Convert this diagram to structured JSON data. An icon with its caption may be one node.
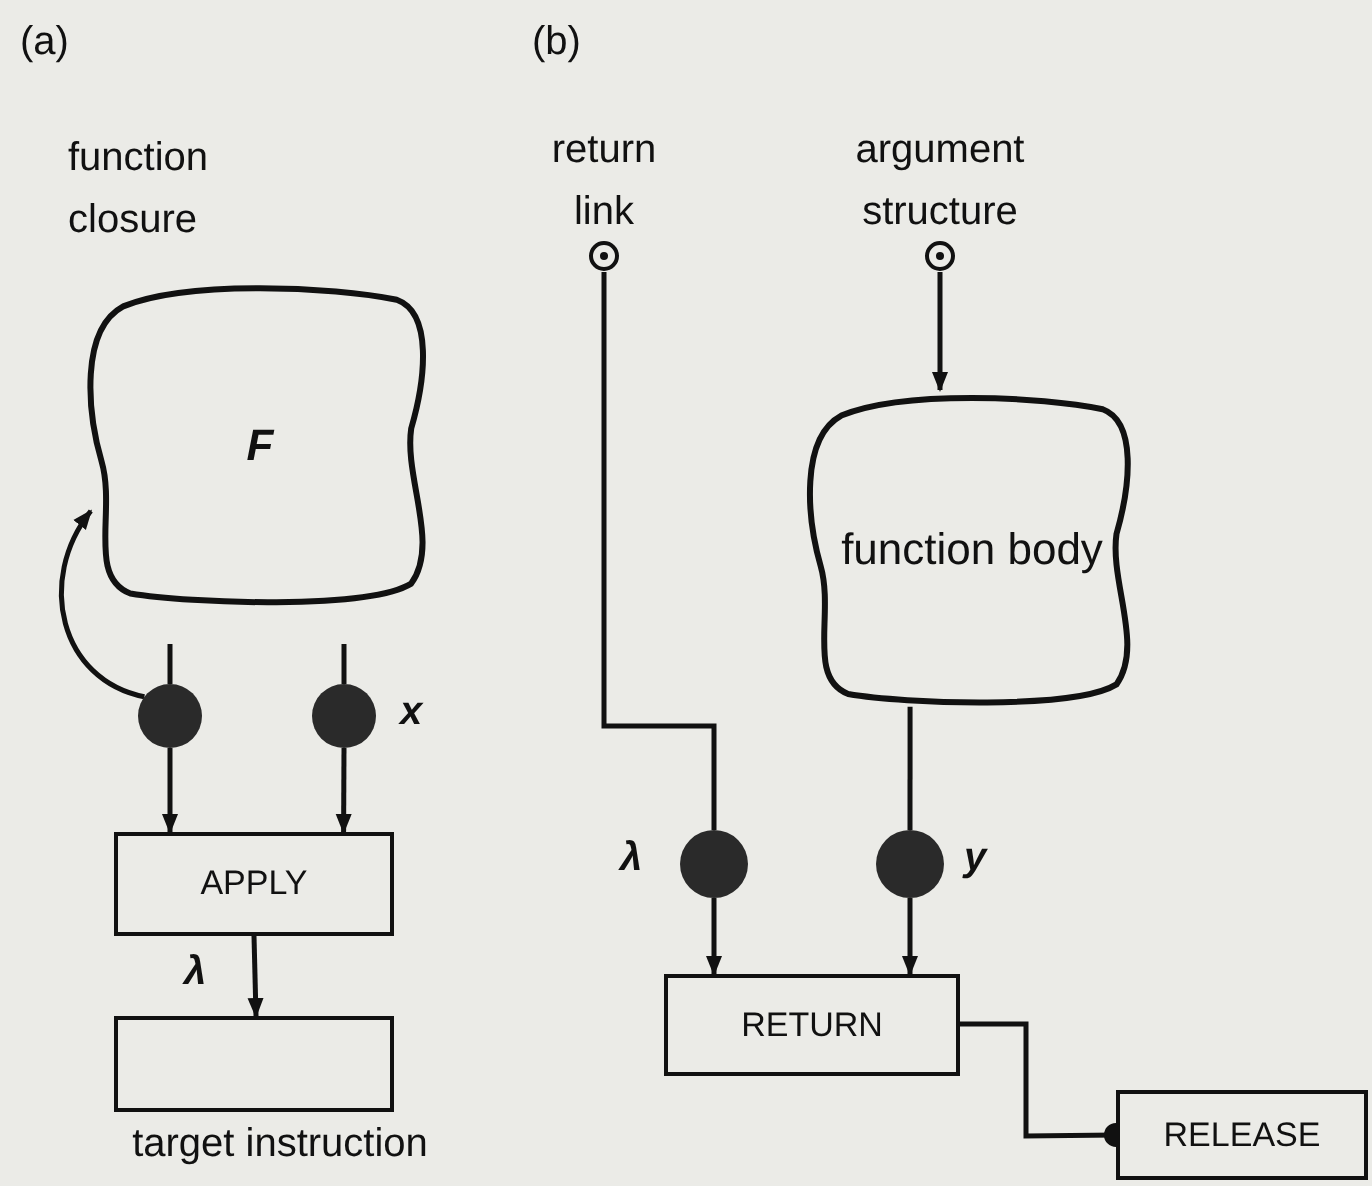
{
  "diagram": {
    "nodes": [
      {
        "text": [
          "F"
        ]
      },
      {
        "text": [],
        "shape": "circle"
      },
      {
        "text": [],
        "shape": "circle",
        "beside": [
          "x"
        ]
      },
      {
        "text": [
          "APPLY"
        ]
      },
      {
        "text": [
          "target instruction"
        ]
      },
      {
        "text": [
          "return link"
        ]
      },
      {
        "text": [
          "argument structure"
        ]
      },
      {
        "text": [
          "function body"
        ]
      },
      {
        "text": [],
        "shape": "circle",
        "beside": [
          "λ"
        ]
      },
      {
        "text": [],
        "shape": "circle",
        "beside": [
          "y"
        ]
      },
      {
        "text": [
          "RETURN"
        ]
      },
      {
        "text": [
          "RELEASE"
        ]
      }
    ],
    "edges": [
      {
        "from": 1,
        "to": 0,
        "arrow": "to"
      },
      {
        "from": null,
        "to": 1,
        "arrow": "none"
      },
      {
        "from": null,
        "to": 2,
        "arrow": "none"
      },
      {
        "from": 1,
        "to": 3,
        "arrow": "to"
      },
      {
        "from": 2,
        "to": 3,
        "arrow": "to"
      },
      {
        "from": 3,
        "to": 4,
        "arrow": "to",
        "label": "λ"
      },
      {
        "from": 5,
        "to": 8,
        "arrow": "none"
      },
      {
        "from": 6,
        "to": 7,
        "arrow": "to"
      },
      {
        "from": 7,
        "to": 9,
        "arrow": "none"
      },
      {
        "from": 8,
        "to": 10,
        "arrow": "to"
      },
      {
        "from": 9,
        "to": 10,
        "arrow": "to"
      },
      {
        "from": 10,
        "to": 11,
        "arrow": "other"
      }
    ],
    "labels": [
      "(a)",
      "(b)",
      "function closure"
    ]
  }
}
